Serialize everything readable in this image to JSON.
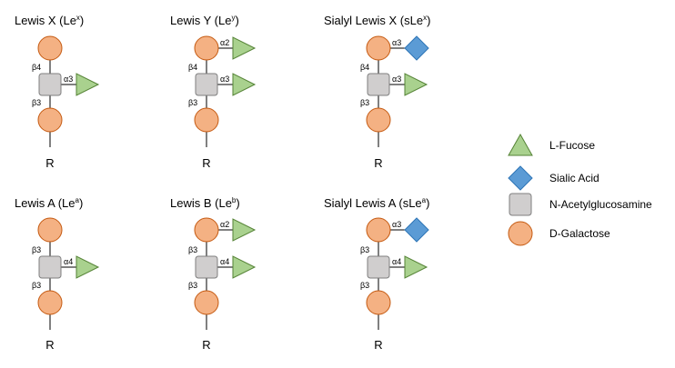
{
  "colors": {
    "galactose": "#f4b183",
    "galactose_stroke": "#c55a11",
    "fucose": "#a9d18e",
    "fucose_stroke": "#548235",
    "sialic": "#5b9bd5",
    "sialic_stroke": "#2e75b6",
    "glcnac": "#d0cece",
    "glcnac_stroke": "#7f7f7f"
  },
  "structures": [
    {
      "title": {
        "main": "Lewis X (Le",
        "sup": "x",
        "close": ")"
      },
      "top_link": "β4",
      "bottom_link": "β3",
      "glcnac_link": "α3",
      "top_branch": null,
      "top_branch_link": null,
      "reducing_end": "R"
    },
    {
      "title": {
        "main": "Lewis Y (Le",
        "sup": "y",
        "close": ")"
      },
      "top_link": "β4",
      "bottom_link": "β3",
      "glcnac_link": "α3",
      "top_branch": "fucose",
      "top_branch_link": "α2",
      "reducing_end": "R"
    },
    {
      "title": {
        "main": "Sialyl Lewis X (sLe",
        "sup": "x",
        "close": ")"
      },
      "top_link": "β4",
      "bottom_link": "β3",
      "glcnac_link": "α3",
      "top_branch": "sialic",
      "top_branch_link": "α3",
      "reducing_end": "R"
    },
    {
      "title": {
        "main": "Lewis A (Le",
        "sup": "a",
        "close": ")"
      },
      "top_link": "β3",
      "bottom_link": "β3",
      "glcnac_link": "α4",
      "top_branch": null,
      "top_branch_link": null,
      "reducing_end": "R"
    },
    {
      "title": {
        "main": "Lewis B (Le",
        "sup": "b",
        "close": ")"
      },
      "top_link": "β3",
      "bottom_link": "β3",
      "glcnac_link": "α4",
      "top_branch": "fucose",
      "top_branch_link": "α2",
      "reducing_end": "R"
    },
    {
      "title": {
        "main": "Sialyl Lewis A (sLe",
        "sup": "a",
        "close": ")"
      },
      "top_link": "β3",
      "bottom_link": "β3",
      "glcnac_link": "α4",
      "top_branch": "sialic",
      "top_branch_link": "α3",
      "reducing_end": "R"
    }
  ],
  "legend": [
    {
      "shape": "fucose",
      "label": "L-Fucose"
    },
    {
      "shape": "sialic",
      "label": "Sialic Acid"
    },
    {
      "shape": "glcnac",
      "label": "N-Acetylglucosamine"
    },
    {
      "shape": "galactose",
      "label": "D-Galactose"
    }
  ]
}
